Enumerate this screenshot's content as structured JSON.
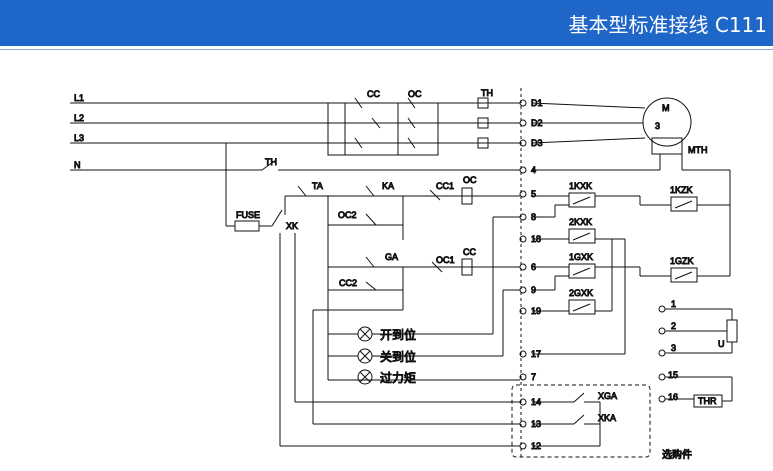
{
  "header": {
    "title": "基本型标准接线 C111"
  },
  "lines": [
    "L1",
    "L2",
    "L3",
    "N"
  ],
  "components": {
    "cc": "CC",
    "oc": "OC",
    "th": "TH",
    "motor": "M",
    "motor_phase": "3",
    "mth": "MTH",
    "fuse": "FUSE",
    "xk": "XK",
    "ta": "TA",
    "ka": "KA",
    "oc2": "OC2",
    "cc1": "CC1",
    "ga": "GA",
    "oc1": "OC1",
    "cc2": "CC2",
    "u": "U",
    "thr": "THR",
    "xga": "XGA",
    "xka": "XKA"
  },
  "switches": {
    "k1kxk": "1KXK",
    "k2kxk": "2KXK",
    "k1gxk": "1GXK",
    "k2gxk": "2GXK",
    "k1kzk": "1KZK",
    "k1gzk": "1GZK"
  },
  "terminals": {
    "d1": "D1",
    "d2": "D2",
    "d3": "D3",
    "t4": "4",
    "t5": "5",
    "t8": "8",
    "t18": "18",
    "t6": "6",
    "t9": "9",
    "t19": "19",
    "t17": "17",
    "t7": "7",
    "t14": "14",
    "t13": "13",
    "t12": "12",
    "r1": "1",
    "r2": "2",
    "r3": "3",
    "r15": "15",
    "r16": "16"
  },
  "lamps": {
    "open": "开到位",
    "close": "关到位",
    "torque": "过力矩"
  },
  "optional": "选购件",
  "colors": {
    "header_bg": "#1f66c9",
    "header_text": "#ffffff",
    "line": "#111111"
  }
}
